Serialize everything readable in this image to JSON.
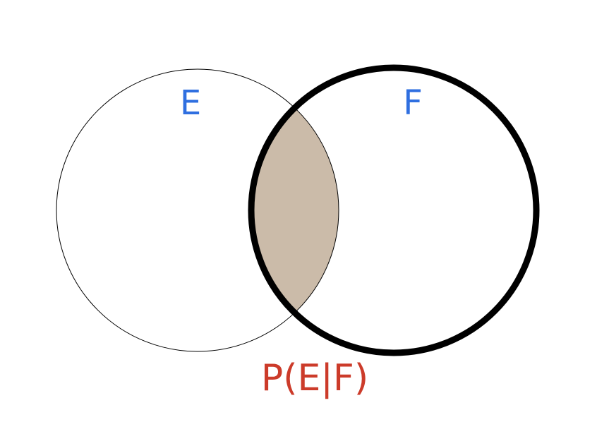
{
  "diagram": {
    "sets": [
      {
        "label": "E",
        "label_color": "#2f6fe0"
      },
      {
        "label": "F",
        "label_color": "#2f6fe0"
      }
    ],
    "intersection_fill": "#cbbba9",
    "intersection_edge": "#8c7c6a",
    "caption": "P(E|F)",
    "caption_color": "#cc3b2a"
  }
}
